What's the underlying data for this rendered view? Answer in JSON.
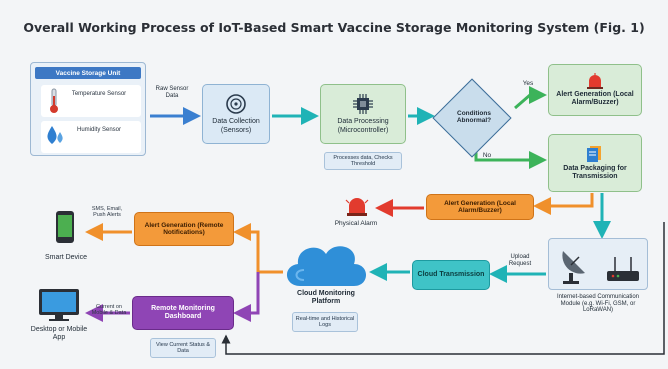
{
  "title": "Overall Working Process of IoT-Based Smart Vaccine Storage Monitoring System (Fig. 1)",
  "vaccine_unit": {
    "header": "Vaccine Storage Unit",
    "temperature": "Temperature Sensor",
    "humidity": "Humidity Sensor"
  },
  "raw_sensor_data": "Raw Sensor Data",
  "data_collection": "Data Collection (Sensors)",
  "data_processing": "Data Processing (Microcontroller)",
  "processing_note": "Processes data, Checks Threshold",
  "condition": "Conditions Abnormal?",
  "yes": "Yes",
  "no": "No",
  "alert_local_top": "Alert Generation (Local Alarm/Buzzer)",
  "data_packaging": "Data Packaging for Transmission",
  "alert_local_mid": "Alert Generation (Local Alarm/Buzzer)",
  "physical_alarm": "Physical Alarm",
  "alert_remote": "Alert Generation (Remote Notifications)",
  "remote_alerts_note": "SMS, Email, Push Alerts",
  "smart_device": "Smart Device",
  "cloud_platform": "Cloud Monitoring Platform",
  "cloud_note": "Real-time and Historical Logs",
  "cloud_transmission": "Cloud Transmission",
  "upload_request": "Upload Request",
  "comm_module": "Internet-based Communication Module (e.g. Wi-Fi, GSM, or LoRaWAN)",
  "remote_dashboard": "Remote Monitoring Dashboard",
  "dashboard_note": "View Current Status & Data",
  "current_note": "Current on Mobile & Data",
  "desktop": "Desktop or Mobile App",
  "colors": {
    "blue_box": "#dbe9f5",
    "green_box": "#d9ecd8",
    "orange": "#f39a3a",
    "cyan": "#3fc3c7",
    "purple": "#8f45b5",
    "cloud": "#2f8fd8",
    "alarm": "#e23b2e"
  }
}
